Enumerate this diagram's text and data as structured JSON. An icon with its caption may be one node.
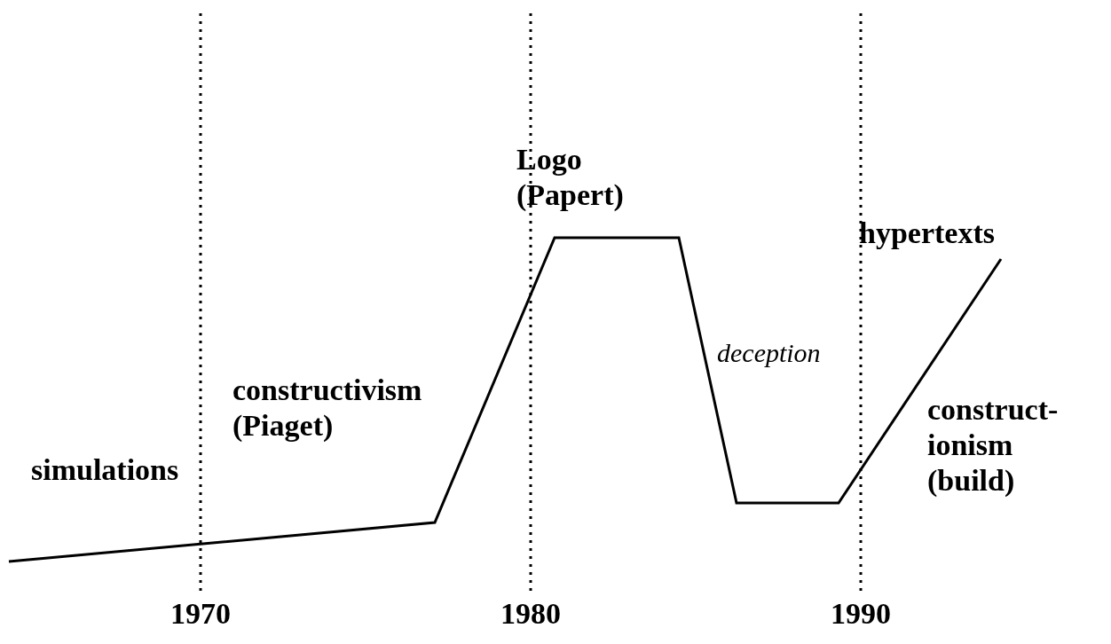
{
  "diagram": {
    "labels": [
      "Logo (Papert)",
      "hypertexts",
      "deception",
      "constructivism (Piaget)",
      "construct- ionism (build)",
      "simulations",
      "1970",
      "1980",
      "1990"
    ]
  }
}
